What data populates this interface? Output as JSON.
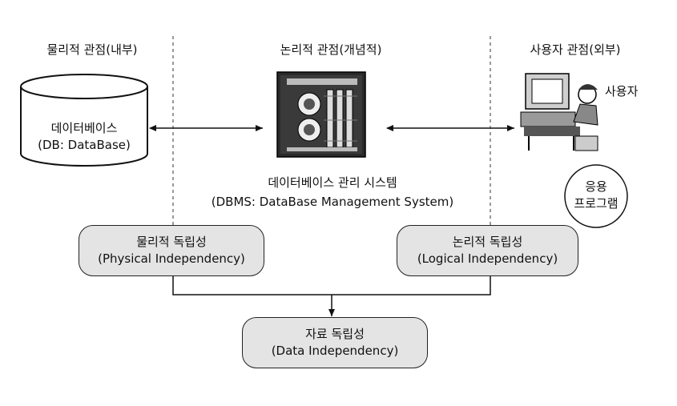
{
  "headers": {
    "physical": "물리적 관점(내부)",
    "logical": "논리적 관점(개념적)",
    "user": "사용자 관점(외부)"
  },
  "database": {
    "line1": "데이터베이스",
    "line2": "(DB: DataBase)"
  },
  "dbms": {
    "line1": "데이터베이스 관리 시스템",
    "line2": "(DBMS: DataBase Management System)"
  },
  "user": {
    "label": "사용자",
    "app_line1": "응용",
    "app_line2": "프로그램"
  },
  "boxes": {
    "physical": {
      "line1": "물리적 독립성",
      "line2": "(Physical Independency)"
    },
    "logical": {
      "line1": "논리적 독립성",
      "line2": "(Logical Independency)"
    },
    "data": {
      "line1": "자료 독립성",
      "line2": "(Data Independency)"
    }
  }
}
